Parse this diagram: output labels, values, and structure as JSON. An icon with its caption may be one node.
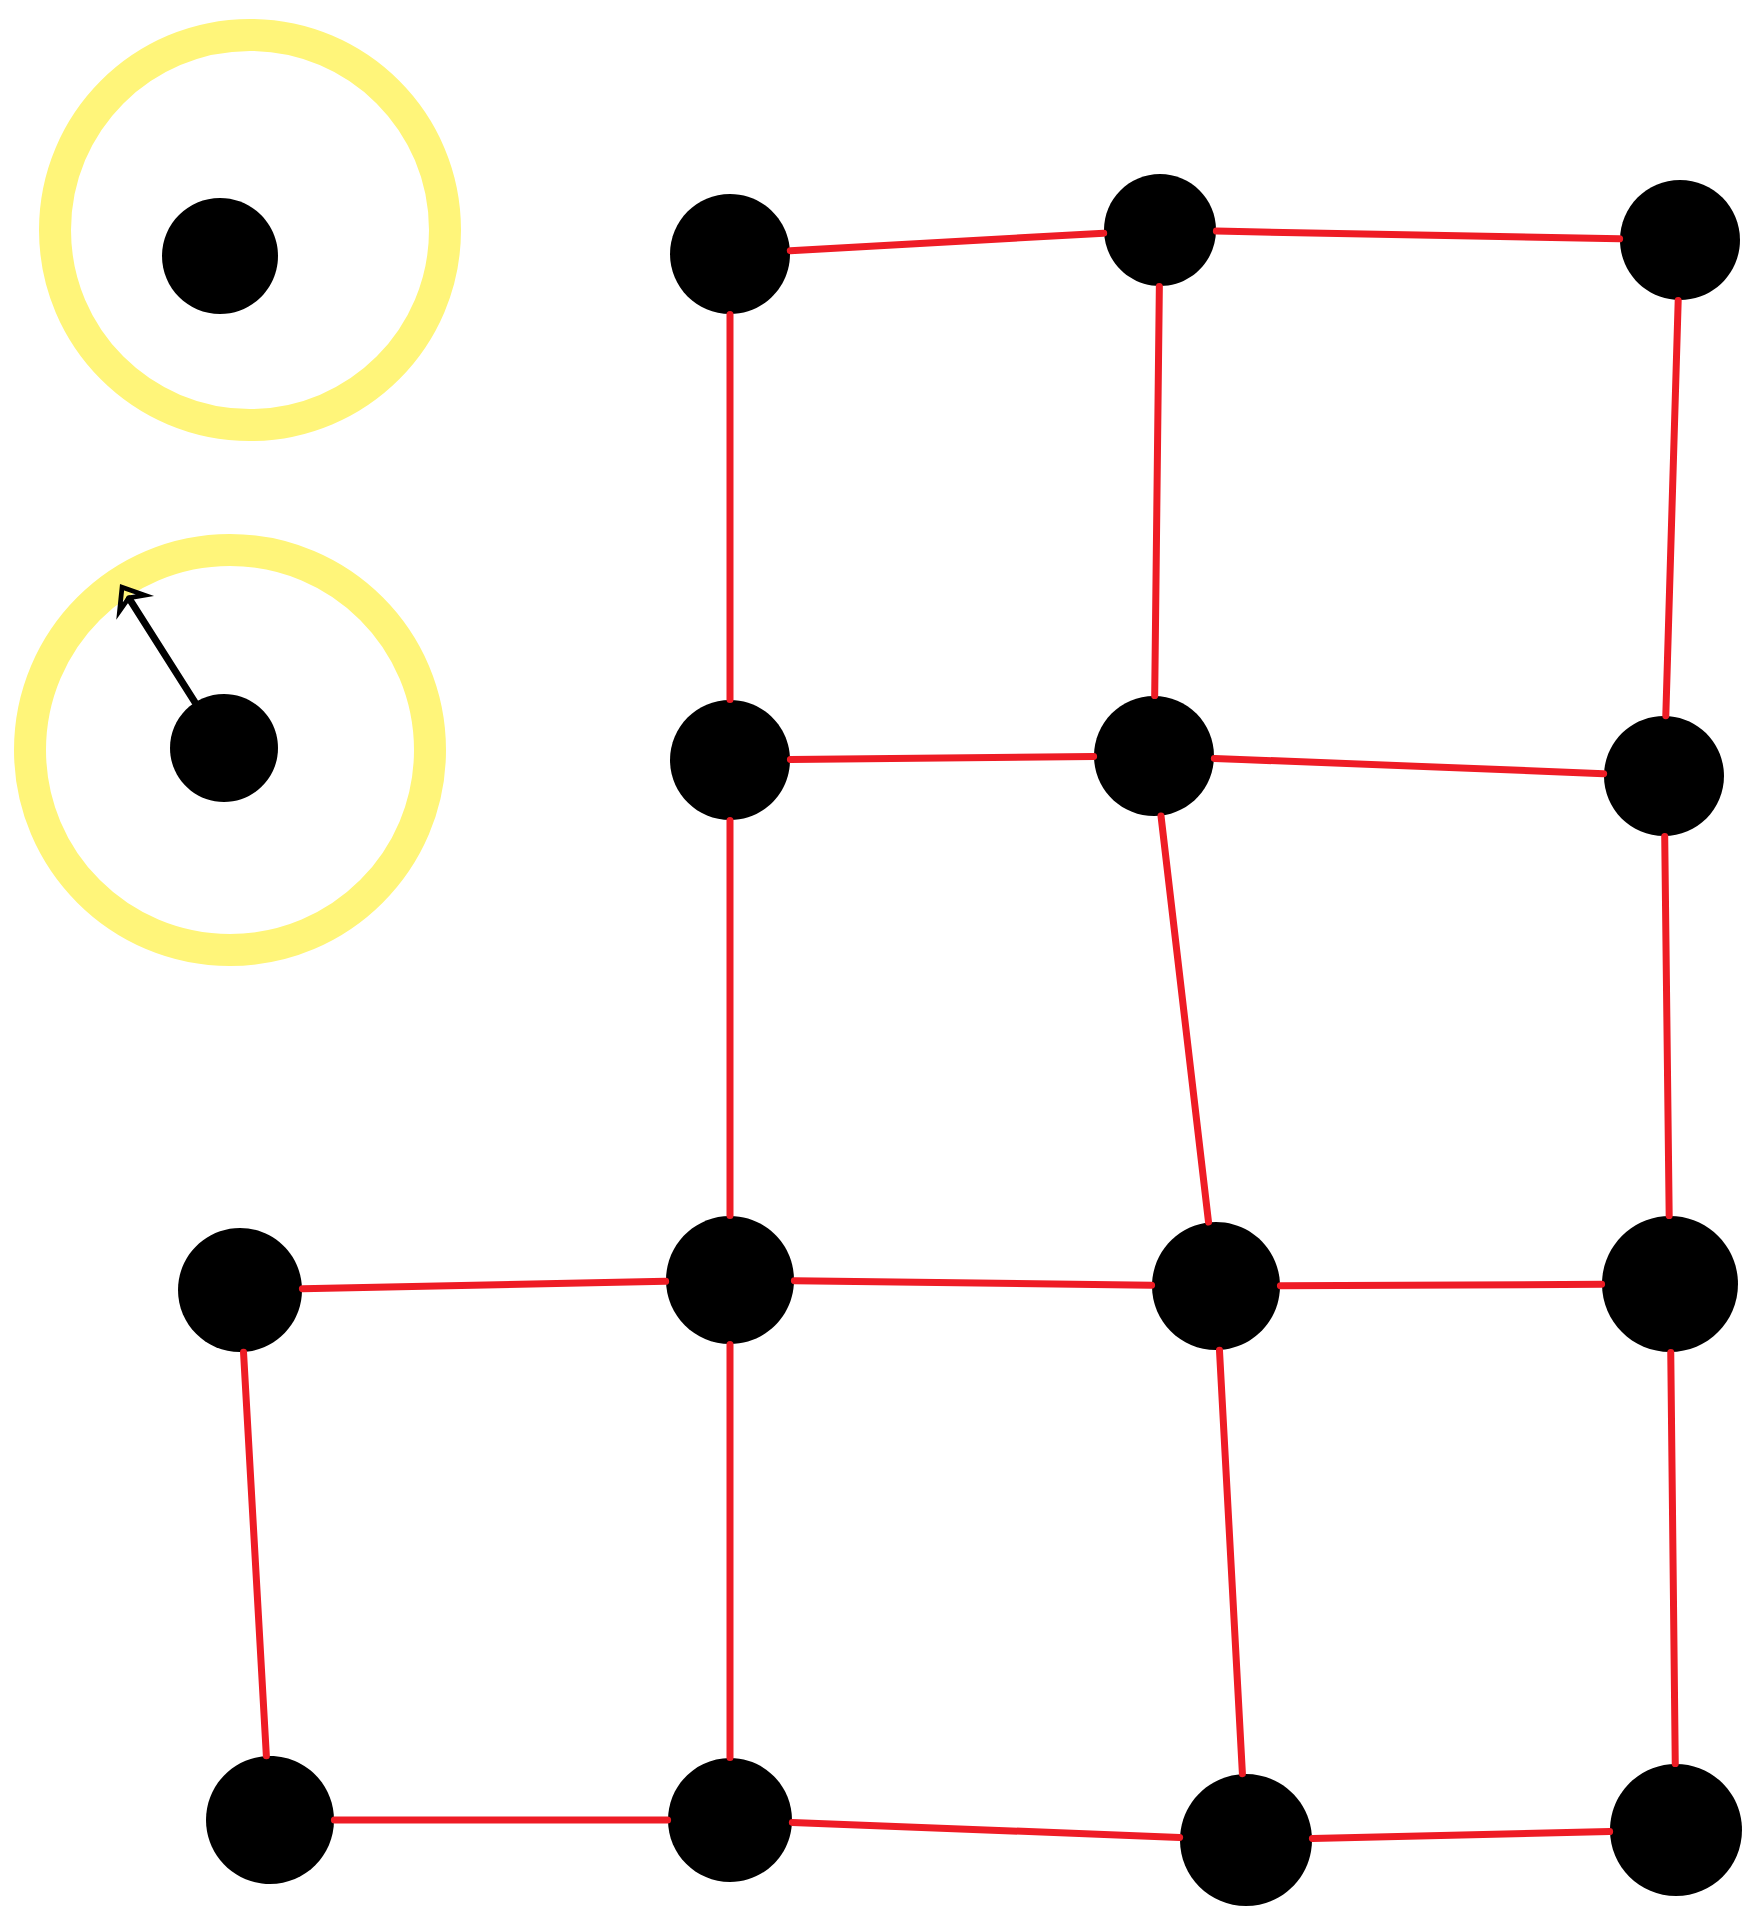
{
  "diagram": {
    "nodes": [
      {
        "text": [],
        "shape": "circle"
      },
      {
        "text": [],
        "shape": "circle",
        "in": 0
      },
      {
        "text": [],
        "shape": "circle"
      },
      {
        "text": [],
        "shape": "circle"
      },
      {
        "text": [],
        "shape": "circle"
      },
      {
        "text": [],
        "shape": "circle"
      },
      {
        "text": [],
        "shape": "circle",
        "in": 5
      },
      {
        "text": [],
        "shape": "circle"
      },
      {
        "text": [],
        "shape": "circle"
      },
      {
        "text": [],
        "shape": "circle"
      },
      {
        "text": [],
        "shape": "circle"
      },
      {
        "text": [],
        "shape": "circle"
      },
      {
        "text": [],
        "shape": "circle"
      },
      {
        "text": [],
        "shape": "circle"
      },
      {
        "text": [],
        "shape": "circle"
      },
      {
        "text": [],
        "shape": "circle"
      },
      {
        "text": [],
        "shape": "circle"
      },
      {
        "text": [],
        "shape": "circle"
      }
    ],
    "edges": [
      {
        "from": 2,
        "to": 3,
        "arrow": "none"
      },
      {
        "from": 3,
        "to": 4,
        "arrow": "none"
      },
      {
        "from": 2,
        "to": 7,
        "arrow": "none"
      },
      {
        "from": 3,
        "to": 8,
        "arrow": "none"
      },
      {
        "from": 4,
        "to": 9,
        "arrow": "none"
      },
      {
        "from": 6,
        "to": null,
        "arrow": "to",
        "color": "#000000"
      },
      {
        "from": 7,
        "to": 8,
        "arrow": "none"
      },
      {
        "from": 8,
        "to": 9,
        "arrow": "none"
      },
      {
        "from": 7,
        "to": 11,
        "arrow": "none"
      },
      {
        "from": 8,
        "to": 12,
        "arrow": "none"
      },
      {
        "from": 9,
        "to": 13,
        "arrow": "none"
      },
      {
        "from": 10,
        "to": 11,
        "arrow": "none"
      },
      {
        "from": 11,
        "to": 12,
        "arrow": "none"
      },
      {
        "from": 12,
        "to": 13,
        "arrow": "none"
      },
      {
        "from": 10,
        "to": 14,
        "arrow": "none"
      },
      {
        "from": 11,
        "to": 15,
        "arrow": "none"
      },
      {
        "from": 12,
        "to": 16,
        "arrow": "none"
      },
      {
        "from": 13,
        "to": 17,
        "arrow": "none"
      },
      {
        "from": 14,
        "to": 15,
        "arrow": "none"
      },
      {
        "from": 15,
        "to": 16,
        "arrow": "none"
      },
      {
        "from": 16,
        "to": 17,
        "arrow": "none"
      }
    ]
  }
}
